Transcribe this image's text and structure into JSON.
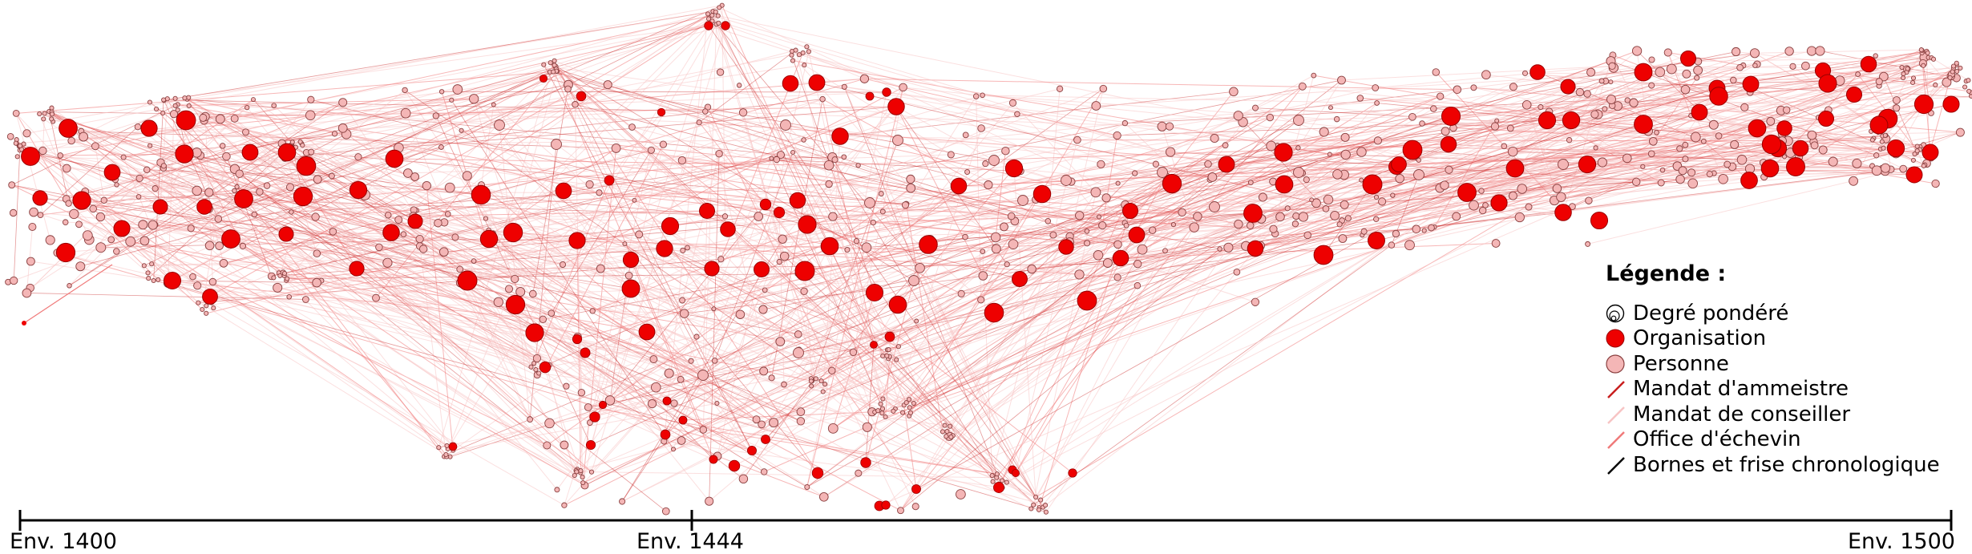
{
  "colors": {
    "organisation": "#ee0000",
    "organisation_stroke": "#990000",
    "personne": "#f4b6b6",
    "personne_stroke": "#8a4040",
    "mandat_ammeistre": "#c81e1e",
    "mandat_conseiller": "#f7c4c4",
    "office_echevin": "#f07a7a",
    "bornes": "#000000"
  },
  "legend": {
    "title": "Légende :",
    "items": [
      {
        "label": "Degré pondéré",
        "icon": "concentric-circles-icon"
      },
      {
        "label": "Organisation",
        "icon": "red-dot-icon"
      },
      {
        "label": "Personne",
        "icon": "pink-dot-icon"
      },
      {
        "label": "Mandat d'ammeistre",
        "icon": "dark-red-line-icon"
      },
      {
        "label": "Mandat de conseiller",
        "icon": "light-pink-line-icon"
      },
      {
        "label": "Office d'échevin",
        "icon": "pink-line-icon"
      },
      {
        "label": "Bornes et frise chronologique",
        "icon": "black-line-icon"
      }
    ]
  },
  "timeline": {
    "labels": [
      "Env. 1400",
      "Env. 1444",
      "Env. 1500"
    ]
  }
}
